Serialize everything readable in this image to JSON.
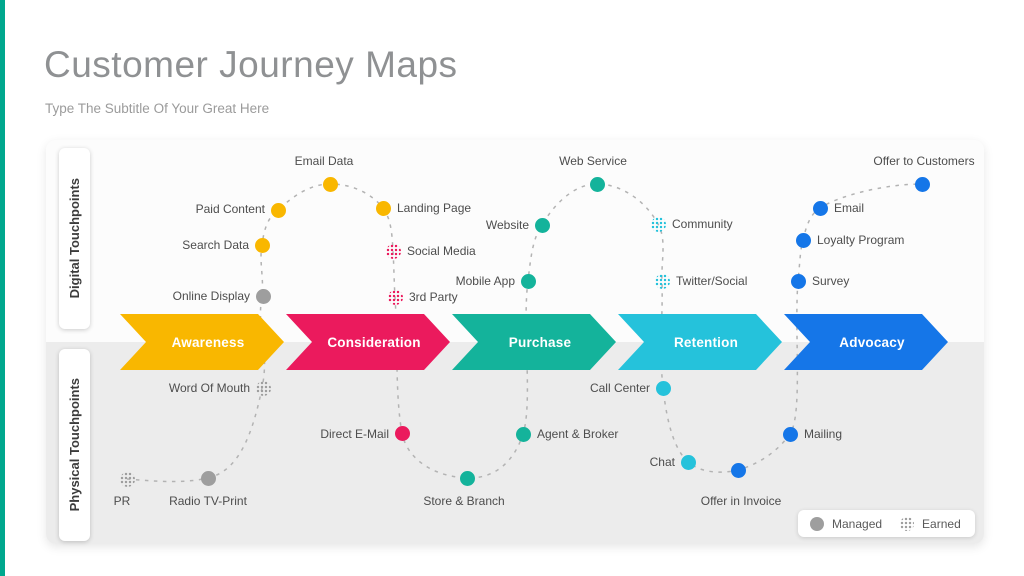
{
  "page": {
    "title": "Customer Journey Maps",
    "subtitle": "Type The Subtitle Of Your Great Here"
  },
  "sidebar": {
    "digital_label": "Digital Touchpoints",
    "physical_label": "Physical Touchpoints"
  },
  "stages": [
    {
      "label": "Awareness",
      "color": "#F9B700"
    },
    {
      "label": "Consideration",
      "color": "#EB1A5D"
    },
    {
      "label": "Purchase",
      "color": "#14B39B"
    },
    {
      "label": "Retention",
      "color": "#25C2DB"
    },
    {
      "label": "Advocacy",
      "color": "#1576E8"
    }
  ],
  "touchpoints": [
    {
      "label": "Email Data",
      "zone": "digital",
      "type": "managed",
      "color": "#F9B700"
    },
    {
      "label": "Paid Content",
      "zone": "digital",
      "type": "managed",
      "color": "#F9B700"
    },
    {
      "label": "Search Data",
      "zone": "digital",
      "type": "managed",
      "color": "#F9B700"
    },
    {
      "label": "Online Display",
      "zone": "digital",
      "type": "managed",
      "color": "#9E9E9E"
    },
    {
      "label": "Landing Page",
      "zone": "digital",
      "type": "managed",
      "color": "#F9B700"
    },
    {
      "label": "Social Media",
      "zone": "digital",
      "type": "earned",
      "color": "#EB1A5D"
    },
    {
      "label": "3rd Party",
      "zone": "digital",
      "type": "earned",
      "color": "#EB1A5D"
    },
    {
      "label": "Website",
      "zone": "digital",
      "type": "managed",
      "color": "#14B39B"
    },
    {
      "label": "Mobile App",
      "zone": "digital",
      "type": "managed",
      "color": "#14B39B"
    },
    {
      "label": "Web Service",
      "zone": "digital",
      "type": "managed",
      "color": "#14B39B"
    },
    {
      "label": "Community",
      "zone": "digital",
      "type": "earned",
      "color": "#25C2DB"
    },
    {
      "label": "Twitter/Social",
      "zone": "digital",
      "type": "earned",
      "color": "#25C2DB"
    },
    {
      "label": "Email",
      "zone": "digital",
      "type": "managed",
      "color": "#1576E8"
    },
    {
      "label": "Loyalty Program",
      "zone": "digital",
      "type": "managed",
      "color": "#1576E8"
    },
    {
      "label": "Survey",
      "zone": "digital",
      "type": "managed",
      "color": "#1576E8"
    },
    {
      "label": "Offer to Customers",
      "zone": "digital",
      "type": "managed",
      "color": "#1576E8"
    },
    {
      "label": "Word Of Mouth",
      "zone": "physical",
      "type": "earned",
      "color": "#9E9E9E"
    },
    {
      "label": "PR",
      "zone": "physical",
      "type": "earned",
      "color": "#9E9E9E"
    },
    {
      "label": "Radio TV-Print",
      "zone": "physical",
      "type": "managed",
      "color": "#9E9E9E"
    },
    {
      "label": "Direct E-Mail",
      "zone": "physical",
      "type": "managed",
      "color": "#EB1A5D"
    },
    {
      "label": "Store & Branch",
      "zone": "physical",
      "type": "managed",
      "color": "#14B39B"
    },
    {
      "label": "Agent & Broker",
      "zone": "physical",
      "type": "managed",
      "color": "#14B39B"
    },
    {
      "label": "Call Center",
      "zone": "physical",
      "type": "managed",
      "color": "#25C2DB"
    },
    {
      "label": "Chat",
      "zone": "physical",
      "type": "managed",
      "color": "#25C2DB"
    },
    {
      "label": "Offer in Invoice",
      "zone": "physical",
      "type": "managed",
      "color": "#1576E8"
    },
    {
      "label": "Mailing",
      "zone": "physical",
      "type": "managed",
      "color": "#1576E8"
    }
  ],
  "legend": {
    "managed_label": "Managed",
    "earned_label": "Earned"
  }
}
